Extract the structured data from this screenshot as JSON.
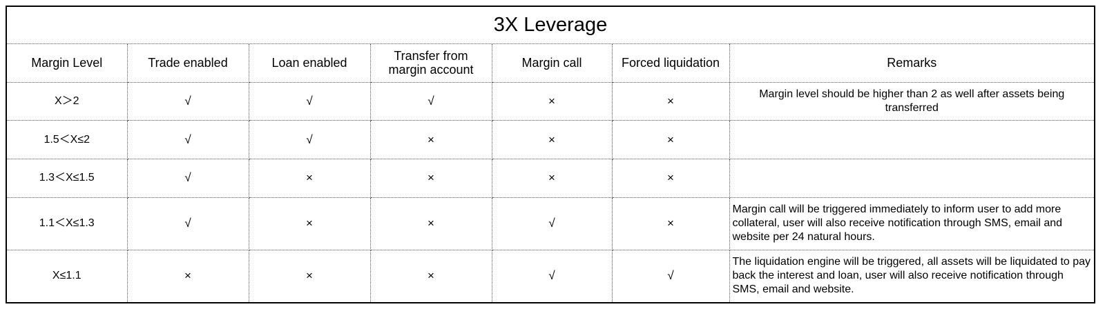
{
  "title": "3X Leverage",
  "columns": [
    "Margin Level",
    "Trade enabled",
    "Loan enabled",
    "Transfer from margin account",
    "Margin call",
    "Forced liquidation",
    "Remarks"
  ],
  "rows": [
    {
      "level": "X＞2",
      "trade": "√",
      "loan": "√",
      "transfer": "√",
      "margin_call": "×",
      "forced_liquidation": "×",
      "remarks": "Margin level should be higher than 2 as well after assets being transferred"
    },
    {
      "level": "1.5＜X≤2",
      "trade": "√",
      "loan": "√",
      "transfer": "×",
      "margin_call": "×",
      "forced_liquidation": "×",
      "remarks": ""
    },
    {
      "level": "1.3＜X≤1.5",
      "trade": "√",
      "loan": "×",
      "transfer": "×",
      "margin_call": "×",
      "forced_liquidation": "×",
      "remarks": ""
    },
    {
      "level": "1.1＜X≤1.3",
      "trade": "√",
      "loan": "×",
      "transfer": "×",
      "margin_call": "√",
      "forced_liquidation": "×",
      "remarks": "Margin call will be triggered immediately to inform user to add more collateral, user will also receive notification through SMS, email and website per 24 natural hours."
    },
    {
      "level": "X≤1.1",
      "trade": "×",
      "loan": "×",
      "transfer": "×",
      "margin_call": "√",
      "forced_liquidation": "√",
      "remarks": "The liquidation engine will be triggered, all assets will be liquidated to pay back the interest and loan, user will also receive notification through SMS, email and website."
    }
  ]
}
